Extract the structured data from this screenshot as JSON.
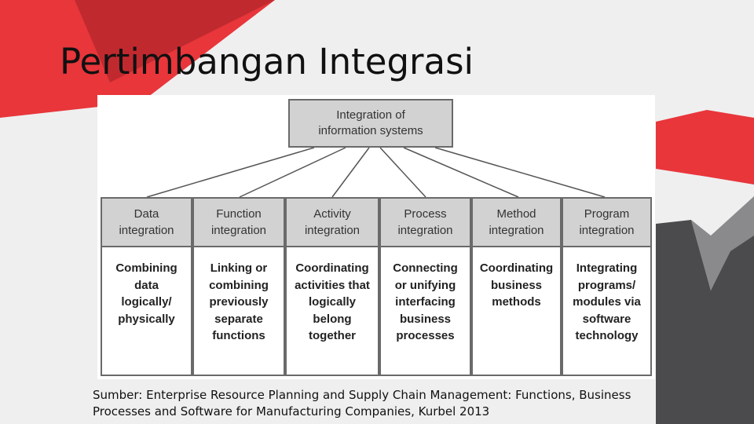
{
  "slide": {
    "title": "Pertimbangan Integrasi",
    "source": "Sumber: Enterprise Resource Planning and Supply Chain Management: Functions, Business Processes and Software for Manufacturing Companies, Kurbel 2013"
  },
  "diagram": {
    "root": "Integration of\ninformation systems",
    "columns": [
      {
        "heading": "Data\nintegration",
        "description": "Combining\ndata\nlogically/\nphysically"
      },
      {
        "heading": "Function\nintegration",
        "description": "Linking or\ncombining\npreviously\nseparate\nfunctions"
      },
      {
        "heading": "Activity\nintegration",
        "description": "Coordinating\nactivities that\nlogically\nbelong\ntogether"
      },
      {
        "heading": "Process\nintegration",
        "description": "Connecting\nor unifying\ninterfacing\nbusiness\nprocesses"
      },
      {
        "heading": "Method\nintegration",
        "description": "Coordinating\nbusiness\nmethods"
      },
      {
        "heading": "Program\nintegration",
        "description": "Integrating\nprograms/\nmodules via\nsoftware\ntechnology"
      }
    ]
  },
  "colors": {
    "accent_red": "#e8363b",
    "dark_gray": "#4b4b4d",
    "box_fill": "#d2d2d2",
    "box_border": "#6a6a6a"
  }
}
